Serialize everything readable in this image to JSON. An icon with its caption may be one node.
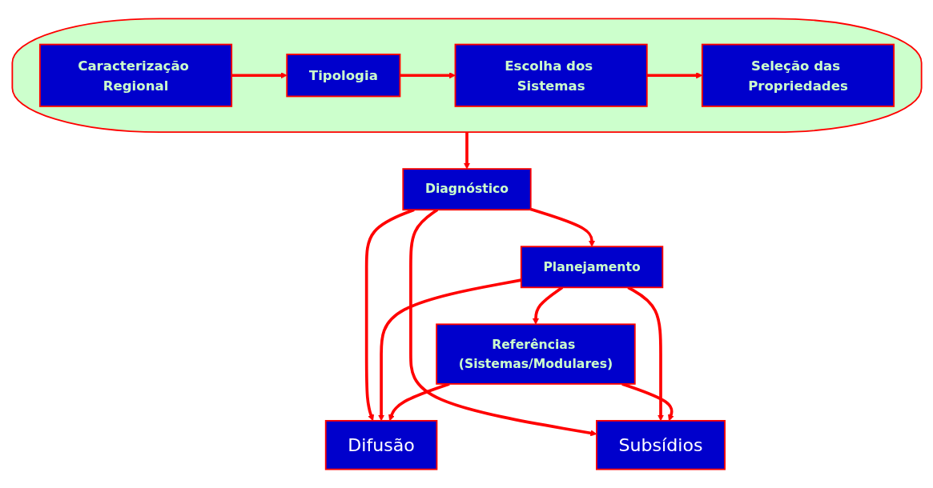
{
  "diagram": {
    "nodes": [
      {
        "text": [],
        "shape": "ellipse"
      },
      {
        "text": [
          "Caracterização Regional"
        ],
        "in": 0
      },
      {
        "text": [
          "Tipologia"
        ],
        "in": 0
      },
      {
        "text": [
          "Escolha dos Sistemas"
        ],
        "in": 0
      },
      {
        "text": [
          "Seleção das Propriedades"
        ],
        "in": 0
      },
      {
        "text": [
          "Difusão"
        ]
      },
      {
        "text": [
          "Diagnóstico"
        ]
      },
      {
        "text": [
          "Planejamento"
        ]
      },
      {
        "text": [
          "Referências (Sistemas/Modulares)"
        ]
      },
      {
        "text": [
          "Subsídios"
        ]
      }
    ],
    "edges": [
      {
        "from": 1,
        "to": 2,
        "arrow": "to"
      },
      {
        "from": 2,
        "to": 3,
        "arrow": "to"
      },
      {
        "from": 3,
        "to": 4,
        "arrow": "to"
      },
      {
        "from": 0,
        "to": 6,
        "arrow": "to"
      },
      {
        "from": 6,
        "to": 7,
        "arrow": "to"
      },
      {
        "from": 7,
        "to": 8,
        "arrow": "to"
      },
      {
        "from": 6,
        "to": 5,
        "arrow": "to"
      },
      {
        "from": 7,
        "to": 5,
        "arrow": "to"
      },
      {
        "from": 8,
        "to": 5,
        "arrow": "to"
      },
      {
        "from": 6,
        "to": 9,
        "arrow": "to"
      },
      {
        "from": 7,
        "to": 9,
        "arrow": "to"
      },
      {
        "from": 8,
        "to": 9,
        "arrow": "to"
      }
    ]
  }
}
